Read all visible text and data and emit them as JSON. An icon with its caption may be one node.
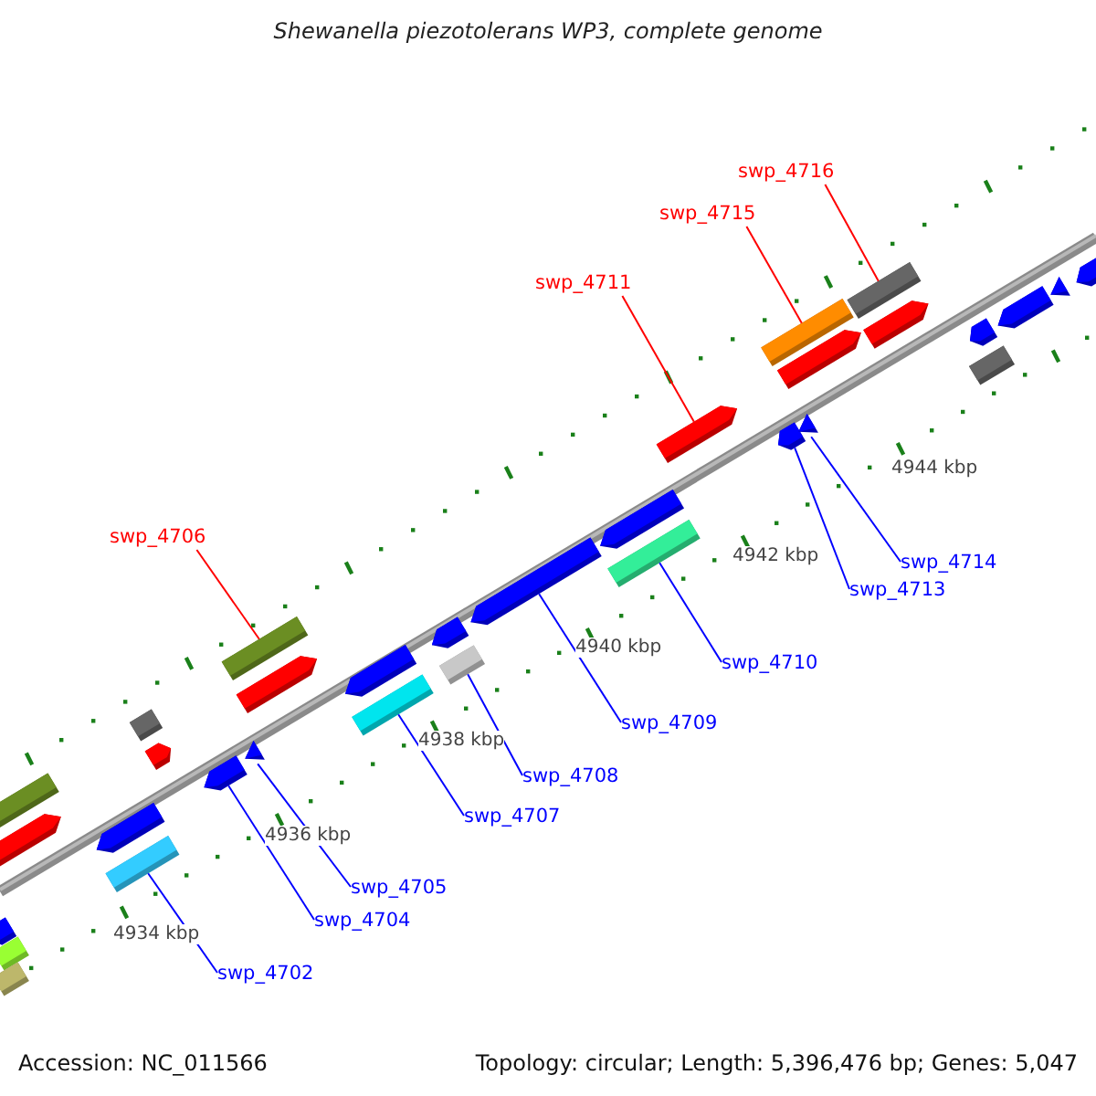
{
  "diagram": {
    "title": "Shewanella piezotolerans WP3, complete genome",
    "nodes": [
      {
        "text": [
          "swp_4716"
        ]
      },
      {
        "text": [
          "swp_4715"
        ]
      },
      {
        "text": [
          "swp_4711"
        ]
      },
      {
        "text": [
          "swp_4706"
        ]
      },
      {
        "text": [
          "swp_4714"
        ]
      },
      {
        "text": [
          "swp_4713"
        ]
      },
      {
        "text": [
          "swp_4710"
        ]
      },
      {
        "text": [
          "swp_4709"
        ]
      },
      {
        "text": [
          "swp_4708"
        ]
      },
      {
        "text": [
          "swp_4707"
        ]
      },
      {
        "text": [
          "swp_4705"
        ]
      },
      {
        "text": [
          "swp_4704"
        ]
      },
      {
        "text": [
          "swp_4702"
        ]
      },
      {
        "text": [],
        "shape": "pentagon"
      },
      {
        "text": [],
        "shape": "box"
      },
      {
        "text": [],
        "shape": "box"
      },
      {
        "text": [],
        "shape": "box"
      },
      {
        "text": [],
        "shape": "pentagon"
      },
      {
        "text": [],
        "shape": "pentagon"
      },
      {
        "text": [],
        "shape": "box"
      },
      {
        "text": [],
        "shape": "box"
      },
      {
        "text": [],
        "shape": "pentagon"
      },
      {
        "text": [],
        "shape": "pentagon"
      },
      {
        "text": [],
        "shape": "triangle"
      },
      {
        "text": [],
        "shape": "box"
      },
      {
        "text": [],
        "shape": "pentagon"
      },
      {
        "text": [],
        "shape": "pentagon"
      },
      {
        "text": [],
        "shape": "box"
      },
      {
        "text": [],
        "shape": "pentagon"
      },
      {
        "text": [],
        "shape": "box"
      },
      {
        "text": [],
        "shape": "pentagon"
      },
      {
        "text": [],
        "shape": "pentagon"
      },
      {
        "text": [],
        "shape": "box"
      },
      {
        "text": [],
        "shape": "pentagon"
      },
      {
        "text": [],
        "shape": "pentagon"
      },
      {
        "text": [],
        "shape": "triangle"
      },
      {
        "text": [],
        "shape": "box"
      },
      {
        "text": [],
        "shape": "pentagon"
      },
      {
        "text": [],
        "shape": "box"
      },
      {
        "text": [],
        "shape": "pentagon"
      },
      {
        "text": [],
        "shape": "pentagon"
      },
      {
        "text": [],
        "shape": "box"
      },
      {
        "text": [],
        "shape": "pentagon"
      },
      {
        "text": [],
        "shape": "triangle"
      },
      {
        "text": [],
        "shape": "pentagon"
      }
    ],
    "edges": [
      {
        "from": 0,
        "to": 38,
        "arrow": "none",
        "color": "#ff0000"
      },
      {
        "from": 1,
        "to": 36,
        "arrow": "none",
        "color": "#ff0000"
      },
      {
        "from": 2,
        "to": 33,
        "arrow": "none",
        "color": "#ff0000"
      },
      {
        "from": 3,
        "to": 24,
        "arrow": "none",
        "color": "#ff0000"
      },
      {
        "from": 4,
        "to": 35,
        "arrow": "none"
      },
      {
        "from": 5,
        "to": 34,
        "arrow": "none"
      },
      {
        "from": 6,
        "to": 32,
        "arrow": "none"
      },
      {
        "from": 7,
        "to": 30,
        "arrow": "none"
      },
      {
        "from": 8,
        "to": 29,
        "arrow": "none"
      },
      {
        "from": 9,
        "to": 27,
        "arrow": "none"
      },
      {
        "from": 10,
        "to": 23,
        "arrow": "none"
      },
      {
        "from": 11,
        "to": 22,
        "arrow": "none"
      },
      {
        "from": 12,
        "to": 19,
        "arrow": "none"
      }
    ],
    "labels": [
      "4944 kbp",
      "4942 kbp",
      "4940 kbp",
      "4938 kbp",
      "4936 kbp",
      "4934 kbp",
      "Accession: NC_011566",
      "Topology: circular; Length: 5,396,476 bp; Genes: 5,047"
    ]
  }
}
